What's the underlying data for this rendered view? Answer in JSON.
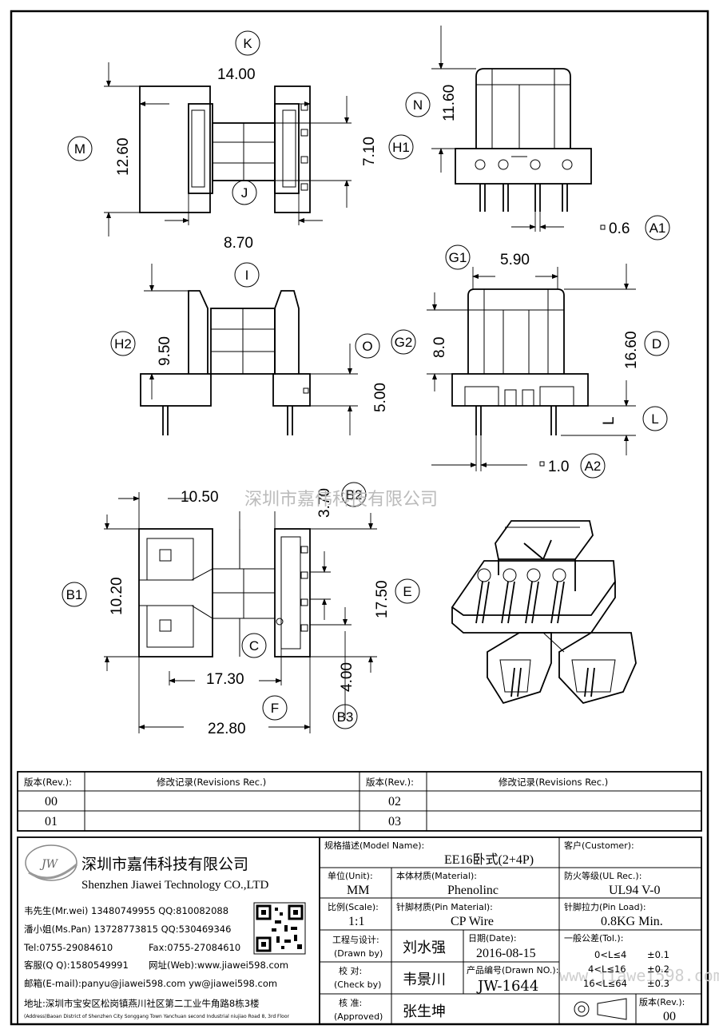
{
  "drawing": {
    "dims": {
      "k": "14.00",
      "m": "12.60",
      "h1": "7.10",
      "j": "8.70",
      "n": "11.60",
      "a1": "0.6",
      "h2": "9.50",
      "o": "5.00",
      "g1": "5.90",
      "g2": "8.0",
      "d": "16.60",
      "l": "L",
      "a2": "1.0",
      "b2": "10.50",
      "b2b": "3.70",
      "b1": "10.20",
      "e": "17.50",
      "c": "17.30",
      "b3": "4.00",
      "f": "22.80"
    },
    "balloons": {
      "k": "K",
      "m": "M",
      "h1": "H1",
      "j": "J",
      "n": "N",
      "a1": "A1",
      "i": "I",
      "h2": "H2",
      "o": "O",
      "g1": "G1",
      "g2": "G2",
      "d": "D",
      "l": "L",
      "a2": "A2",
      "b2": "B2",
      "b1": "B1",
      "e": "E",
      "c": "C",
      "f": "F",
      "b3": "B3"
    },
    "watermark": "深圳市嘉伟科技有限公司",
    "watermark_url": "www.jiawei598.com"
  },
  "revisions": {
    "rev_header": "版本(Rev.):",
    "rec_header": "修改记录(Revisions Rec.)",
    "rows": [
      {
        "left_rev": "00",
        "right_rev": "02"
      },
      {
        "left_rev": "01",
        "right_rev": "03"
      }
    ]
  },
  "company": {
    "logo_text": "JW",
    "name_cn": "深圳市嘉伟科技有限公司",
    "name_en": "Shenzhen Jiawei Technology CO.,LTD",
    "contact1": "韦先生(Mr.wei) 13480749955 QQ:810082088",
    "contact2": "潘小姐(Ms.Pan) 13728773815 QQ:530469346",
    "tel": "Tel:0755-29084610",
    "fax": "Fax:0755-27084610",
    "service": "客服(Q Q):1580549991",
    "web": "网址(Web):www.jiawei598.com",
    "email": "邮箱(E-mail):panyu@jiawei598.com  yw@jiawei598.com",
    "address_cn": "地址:深圳市宝安区松岗镇燕川社区第二工业牛角路8栋3楼",
    "address_en": "(Address)Baoan District of Shenzhen City Songgang Town Yanchuan  second Industrial niujiao Road 8, 3rd Floor"
  },
  "title_block": {
    "model_label": "规格描述(Model Name):",
    "model_value": "EE16卧式(2+4P)",
    "customer_label": "客户(Customer):",
    "customer_value": "",
    "unit_label": "单位(Unit):",
    "unit_value": "MM",
    "material_label": "本体材质(Material):",
    "material_value": "Phenolinc",
    "ul_label": "防火等级(UL Rec.):",
    "ul_value": "UL94 V-0",
    "scale_label": "比例(Scale):",
    "scale_value": "1:1",
    "pin_material_label": "针脚材质(Pin Material):",
    "pin_material_value": "CP Wire",
    "pin_load_label": "针脚拉力(Pin Load):",
    "pin_load_value": "0.8KG Min.",
    "drawn_label": "工程与设计:",
    "drawn_label_en": "(Drawn by)",
    "drawn_value": "刘水强",
    "date_label": "日期(Date):",
    "date_value": "2016-08-15",
    "check_label": "校  对:",
    "check_label_en": "(Check by)",
    "check_value": "韦景川",
    "drawn_no_label": "产品编号(Drawn NO.):",
    "drawn_no_value": "JW-1644",
    "approved_label": "核  准:",
    "approved_label_en": "(Approved)",
    "approved_value": "张生坤",
    "tol_label": "一般公差(Tol.):",
    "tol_rows": [
      {
        "range": "0<L≤4",
        "value": "±0.1"
      },
      {
        "range": "4<L≤16",
        "value": "±0.2"
      },
      {
        "range": "16<L≤64",
        "value": "±0.3"
      }
    ],
    "rev_label": "版本(Rev.):",
    "rev_value": "00"
  }
}
